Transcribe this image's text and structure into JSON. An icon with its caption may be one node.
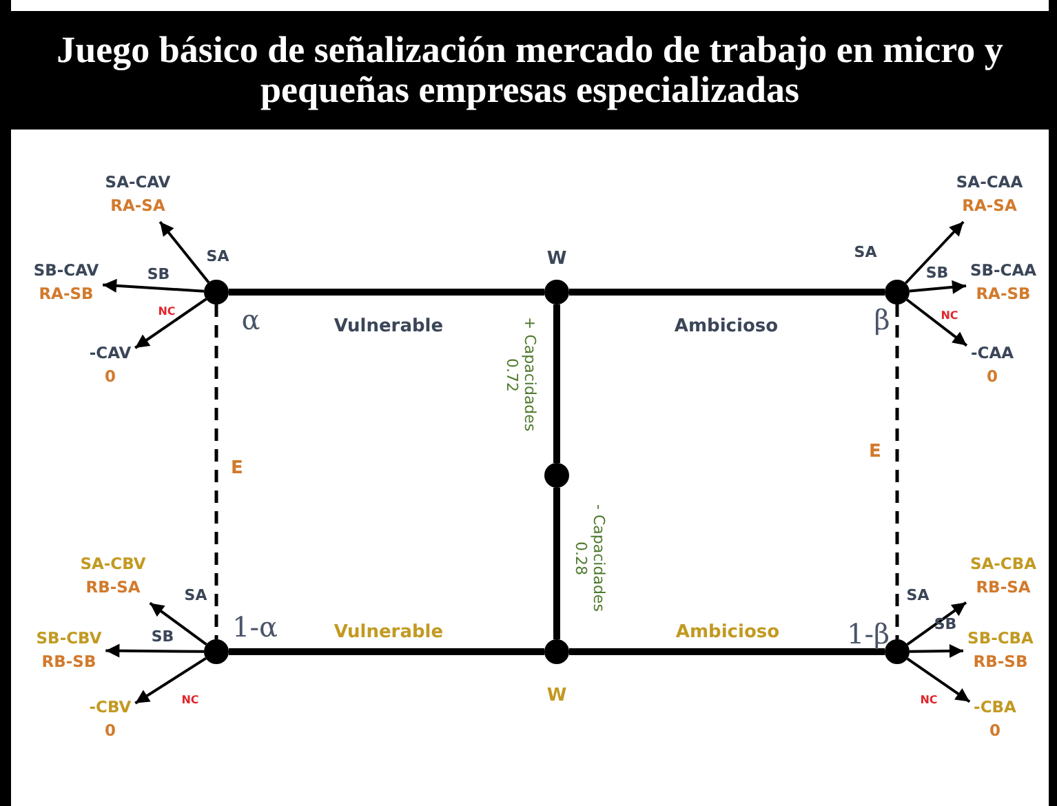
{
  "diagram": {
    "title": "Juego básico de señalización mercado de trabajo en micro y pequeñas empresas especializadas",
    "nodes": [
      {
        "text": [
          "SA-CAV",
          "RA-SA"
        ]
      },
      {
        "text": [
          "SB-CAV",
          "RA-SB"
        ]
      },
      {
        "text": [],
        "shape": "circle",
        "beside": [
          "α"
        ]
      },
      {
        "text": [],
        "shape": "circle",
        "beside": [
          "W"
        ]
      },
      {
        "text": [],
        "shape": "circle",
        "beside": [
          "β"
        ]
      },
      {
        "text": [
          "SA-CAA",
          "RA-SA"
        ]
      },
      {
        "text": [
          "SB-CAA",
          "RA-SB"
        ]
      },
      {
        "text": [
          "-CAV",
          "0"
        ]
      },
      {
        "text": [
          "-CAA",
          "0"
        ]
      },
      {
        "text": [],
        "shape": "circle"
      },
      {
        "text": [
          "SA-CBV",
          "RB-SA"
        ]
      },
      {
        "text": [
          "SB-CBV",
          "RB-SB"
        ]
      },
      {
        "text": [],
        "shape": "circle",
        "beside": [
          "1-α"
        ]
      },
      {
        "text": [],
        "shape": "circle",
        "beside": [
          "W"
        ]
      },
      {
        "text": [],
        "shape": "circle",
        "beside": [
          "1-β"
        ]
      },
      {
        "text": [
          "SA-CBA",
          "RB-SA"
        ]
      },
      {
        "text": [
          "SB-CBA",
          "RB-SB"
        ]
      },
      {
        "text": [
          "-CBV",
          "0"
        ]
      },
      {
        "text": [
          "-CBA",
          "0"
        ]
      }
    ],
    "edges": [
      {
        "from": 3,
        "to": 2,
        "arrow": "none",
        "label": "Vulnerable",
        "style": "thick"
      },
      {
        "from": 3,
        "to": 4,
        "arrow": "none",
        "label": "Ambicioso",
        "style": "thick"
      },
      {
        "from": 9,
        "to": 3,
        "arrow": "none",
        "label": "+ Capacidades 0.72",
        "style": "thick"
      },
      {
        "from": 9,
        "to": 13,
        "arrow": "none",
        "label": "- Capacidades 0.28",
        "style": "thick"
      },
      {
        "from": 13,
        "to": 12,
        "arrow": "none",
        "label": "Vulnerable",
        "style": "thick"
      },
      {
        "from": 13,
        "to": 14,
        "arrow": "none",
        "label": "Ambicioso",
        "style": "thick"
      },
      {
        "from": 2,
        "to": 12,
        "arrow": "none",
        "label": "E",
        "style": "dashed"
      },
      {
        "from": 4,
        "to": 14,
        "arrow": "none",
        "label": "E",
        "style": "dashed"
      },
      {
        "from": 2,
        "to": 0,
        "arrow": "to",
        "label": "SA"
      },
      {
        "from": 2,
        "to": 1,
        "arrow": "to",
        "label": "SB"
      },
      {
        "from": 2,
        "to": 7,
        "arrow": "to",
        "label": "NC"
      },
      {
        "from": 4,
        "to": 5,
        "arrow": "to",
        "label": "SA"
      },
      {
        "from": 4,
        "to": 6,
        "arrow": "to",
        "label": "SB"
      },
      {
        "from": 4,
        "to": 8,
        "arrow": "to",
        "label": "NC"
      },
      {
        "from": 12,
        "to": 10,
        "arrow": "to",
        "label": "SA"
      },
      {
        "from": 12,
        "to": 11,
        "arrow": "to",
        "label": "SB"
      },
      {
        "from": 12,
        "to": 17,
        "arrow": "to",
        "label": "NC"
      },
      {
        "from": 14,
        "to": 15,
        "arrow": "to",
        "label": "SA"
      },
      {
        "from": 14,
        "to": 16,
        "arrow": "to",
        "label": "SB"
      },
      {
        "from": 14,
        "to": 18,
        "arrow": "to",
        "label": "NC"
      }
    ]
  }
}
